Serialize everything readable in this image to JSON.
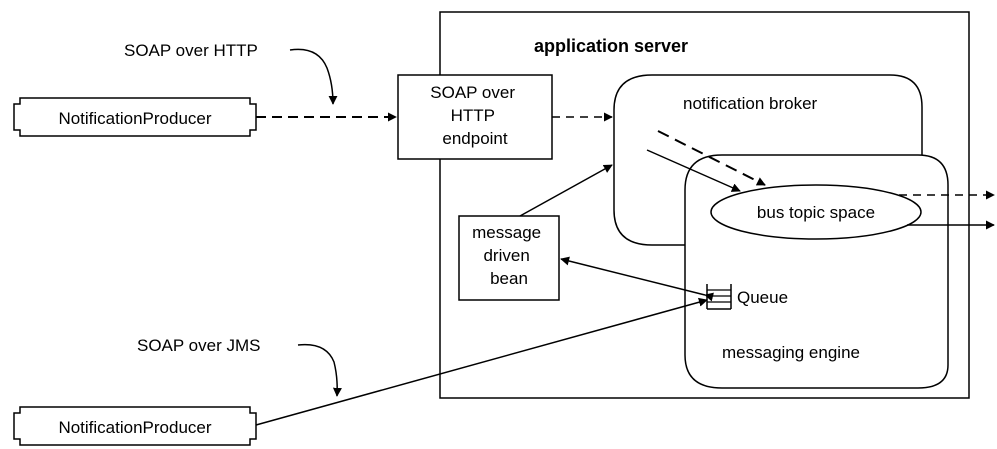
{
  "server": {
    "title": "application server"
  },
  "producers": [
    {
      "label": "NotificationProducer",
      "protocol": "SOAP over HTTP"
    },
    {
      "label": "NotificationProducer",
      "protocol": "SOAP over JMS"
    }
  ],
  "endpoint": {
    "lines": [
      "SOAP over",
      "HTTP",
      "endpoint"
    ]
  },
  "broker": {
    "label": "notification broker"
  },
  "mdb": {
    "lines": [
      "message",
      "driven",
      "bean"
    ]
  },
  "engine": {
    "label": "messaging engine"
  },
  "topic_space": {
    "label": "bus topic space"
  },
  "queue": {
    "label": "Queue"
  }
}
